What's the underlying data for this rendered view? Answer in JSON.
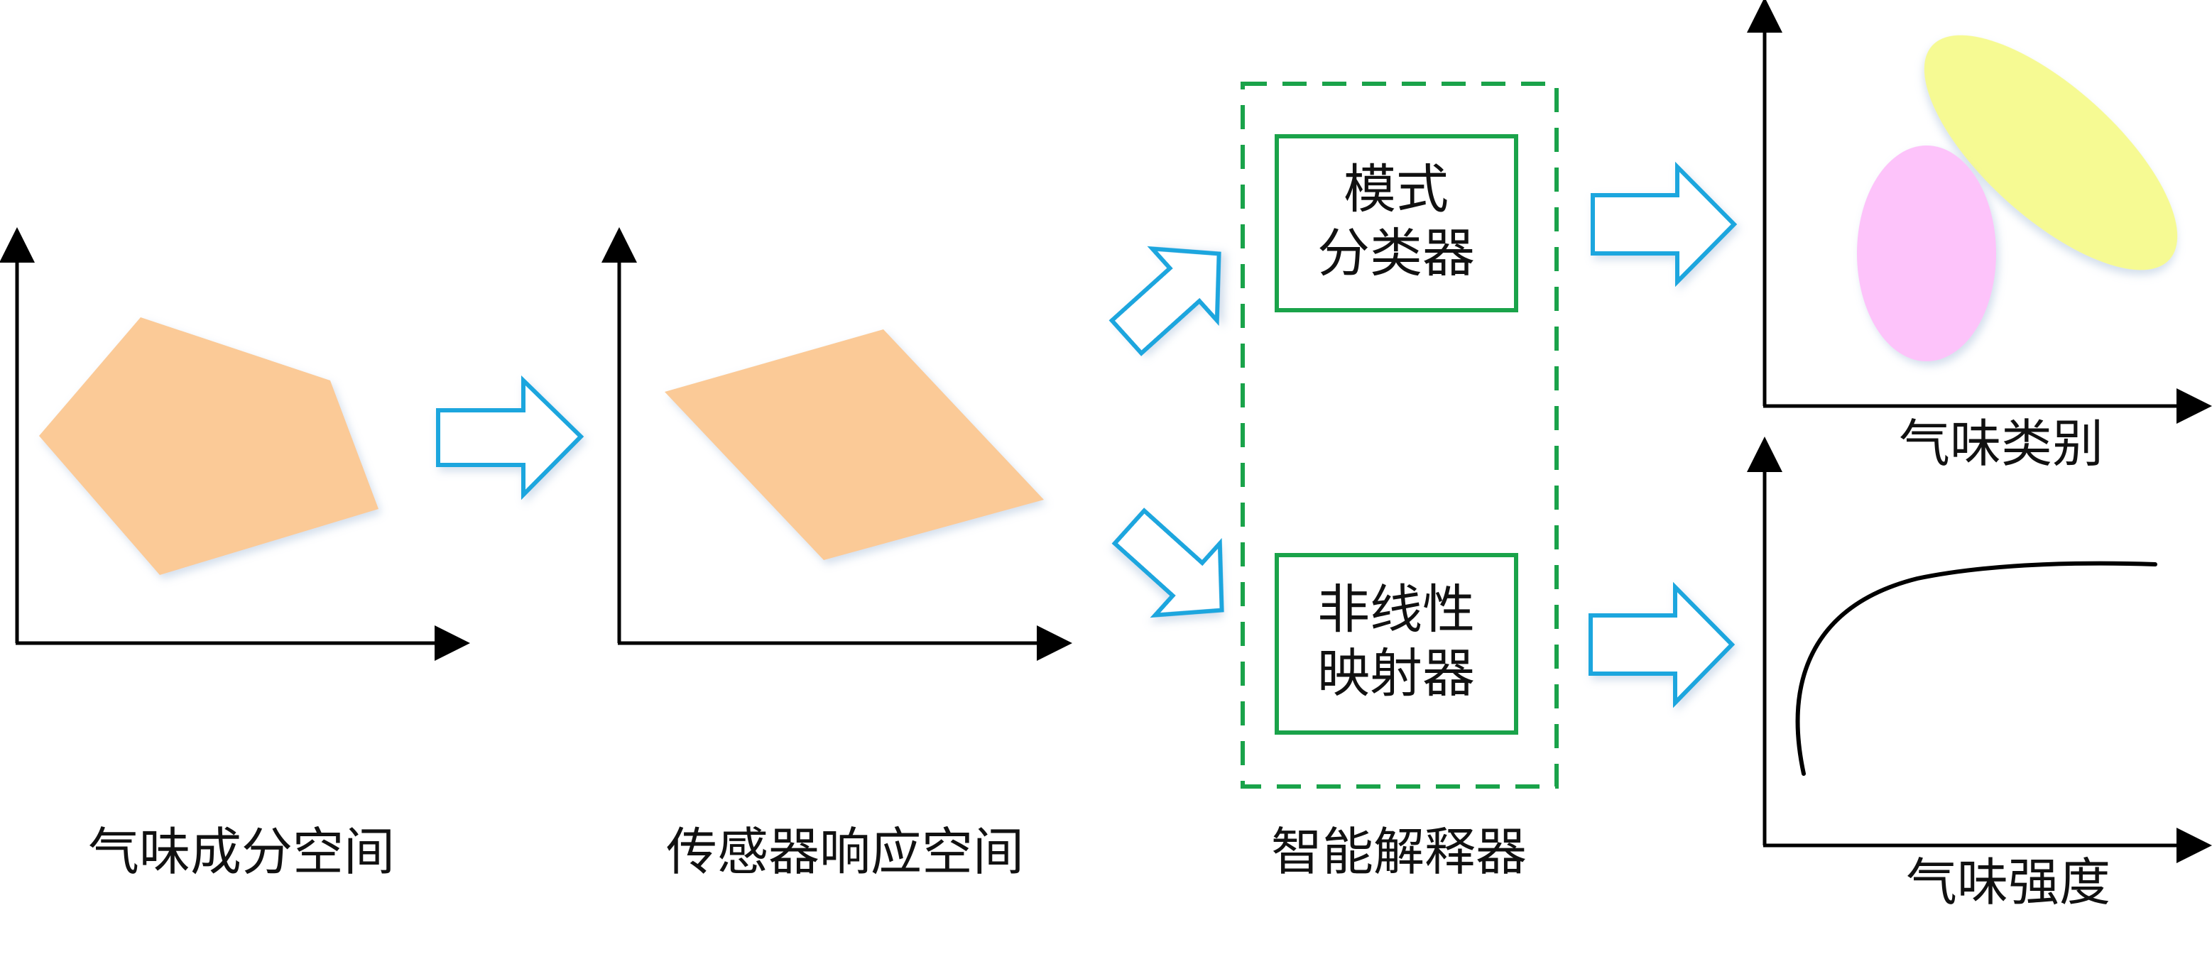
{
  "captions": {
    "odor_component_space": "气味成分空间",
    "sensor_response_space": "传感器响应空间",
    "intelligent_interpreter": "智能解释器",
    "odor_category": "气味类别",
    "odor_intensity": "气味强度"
  },
  "boxes": {
    "pattern_classifier": [
      "模式",
      "分类器"
    ],
    "nonlinear_mapper": [
      "非线性",
      "映射器"
    ]
  },
  "colors": {
    "shape_fill": "#FBCA97",
    "arrow_stroke": "#1BA6DE",
    "box_stroke": "#1AA34A",
    "ellipse_pink": "#FDC3FA",
    "ellipse_yellow": "#F6FA93",
    "axis": "#000000"
  }
}
